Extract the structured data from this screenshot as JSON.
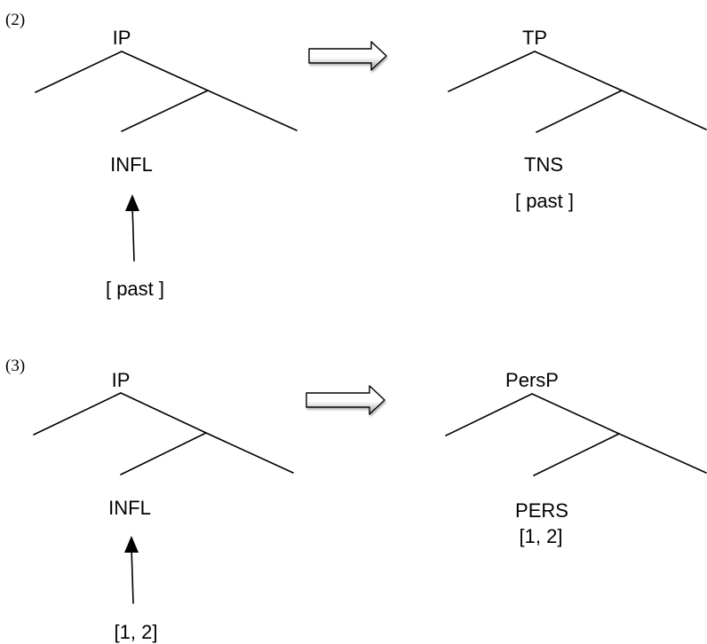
{
  "examples": [
    {
      "number": "(2)",
      "left_tree": {
        "root": "IP",
        "head": "INFL",
        "feature": "[ past ]"
      },
      "right_tree": {
        "root": "TP",
        "head": "TNS",
        "feature": "[ past ]"
      }
    },
    {
      "number": "(3)",
      "left_tree": {
        "root": "IP",
        "head": "INFL",
        "feature": "[1, 2]"
      },
      "right_tree": {
        "root": "PersP",
        "head": "PERS",
        "feature": "[1, 2]"
      }
    }
  ],
  "colors": {
    "ink": "#000000",
    "arrow_fill_light": "#ffffff",
    "arrow_fill_dark": "#9a9a9a"
  },
  "icons": {
    "transform": "hollow-right-arrow-icon",
    "movement": "upward-arrow-icon"
  }
}
